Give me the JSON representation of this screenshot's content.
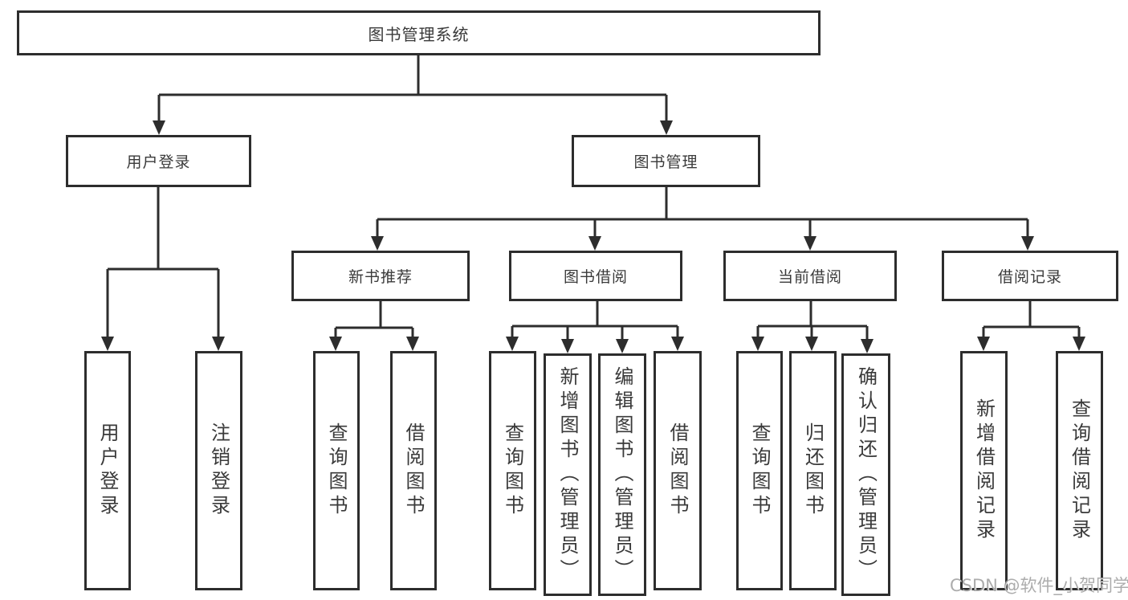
{
  "diagram": {
    "title": "图书管理系统",
    "tree": {
      "root": {
        "label": "图书管理系统",
        "children": [
          {
            "label": "用户登录",
            "children": [
              {
                "label": "用户登录"
              },
              {
                "label": "注销登录"
              }
            ]
          },
          {
            "label": "图书管理",
            "children": [
              {
                "label": "新书推荐",
                "children": [
                  {
                    "label": "查询图书"
                  },
                  {
                    "label": "借阅图书"
                  }
                ]
              },
              {
                "label": "图书借阅",
                "children": [
                  {
                    "label": "查询图书"
                  },
                  {
                    "label": "新增图书（管理员）"
                  },
                  {
                    "label": "编辑图书（管理员）"
                  },
                  {
                    "label": "借阅图书"
                  }
                ]
              },
              {
                "label": "当前借阅",
                "children": [
                  {
                    "label": "查询图书"
                  },
                  {
                    "label": "归还图书"
                  },
                  {
                    "label": "确认归还（管理员）"
                  }
                ]
              },
              {
                "label": "借阅记录",
                "children": [
                  {
                    "label": "新增借阅记录"
                  },
                  {
                    "label": "查询借阅记录"
                  }
                ]
              }
            ]
          }
        ]
      }
    },
    "colors": {
      "line": "#2d2d2d",
      "text": "#3a3a3a",
      "background": "#ffffff",
      "watermark": "#9e9e9e"
    }
  },
  "watermark": {
    "text": "CSDN @软件_小贺同学"
  }
}
